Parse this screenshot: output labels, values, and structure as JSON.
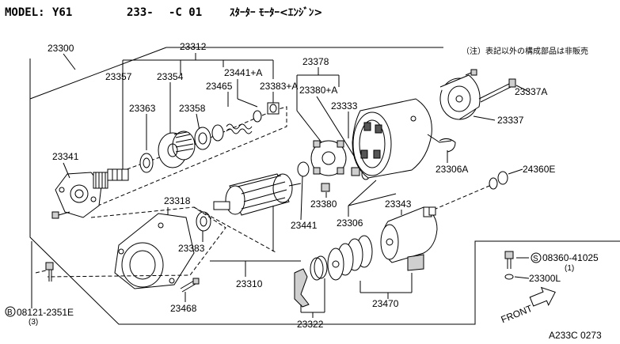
{
  "header": {
    "model_label": "MODEL:",
    "model_value": "Y61",
    "group_code": "233-",
    "sub_code": "-C 01",
    "title_jp": "ｽﾀｰﾀｰ ﾓｰﾀｰ<ｴﾝｼﾞﾝ>"
  },
  "note": "（注）表記以外の構成部品は非販売",
  "parts": {
    "p23300": "23300",
    "p23312": "23312",
    "p23357": "23357",
    "p23354": "23354",
    "p23441A": "23441+A",
    "p23465": "23465",
    "p23383A": "23383+A",
    "p23378": "23378",
    "p23380A": "23380+A",
    "p23333": "23333",
    "p23363": "23363",
    "p23358": "23358",
    "p23337A": "23337A",
    "p23337": "23337",
    "p23341": "23341",
    "p23306A": "23306A",
    "p24360E": "24360E",
    "p23318": "23318",
    "p23380": "23380",
    "p23343": "23343",
    "p23306": "23306",
    "p23441": "23441",
    "p23383": "23383",
    "p08360": "08360-41025",
    "p08360_qty": "(1)",
    "p08360_prefix": "S",
    "p23310": "23310",
    "p23300L": "23300L",
    "p08121": "08121-2351E",
    "p08121_qty": "(3)",
    "p08121_prefix": "B",
    "p23468": "23468",
    "p23470": "23470",
    "p23322": "23322"
  },
  "front_label": "FRONT",
  "figure_code": "A233C 0273"
}
